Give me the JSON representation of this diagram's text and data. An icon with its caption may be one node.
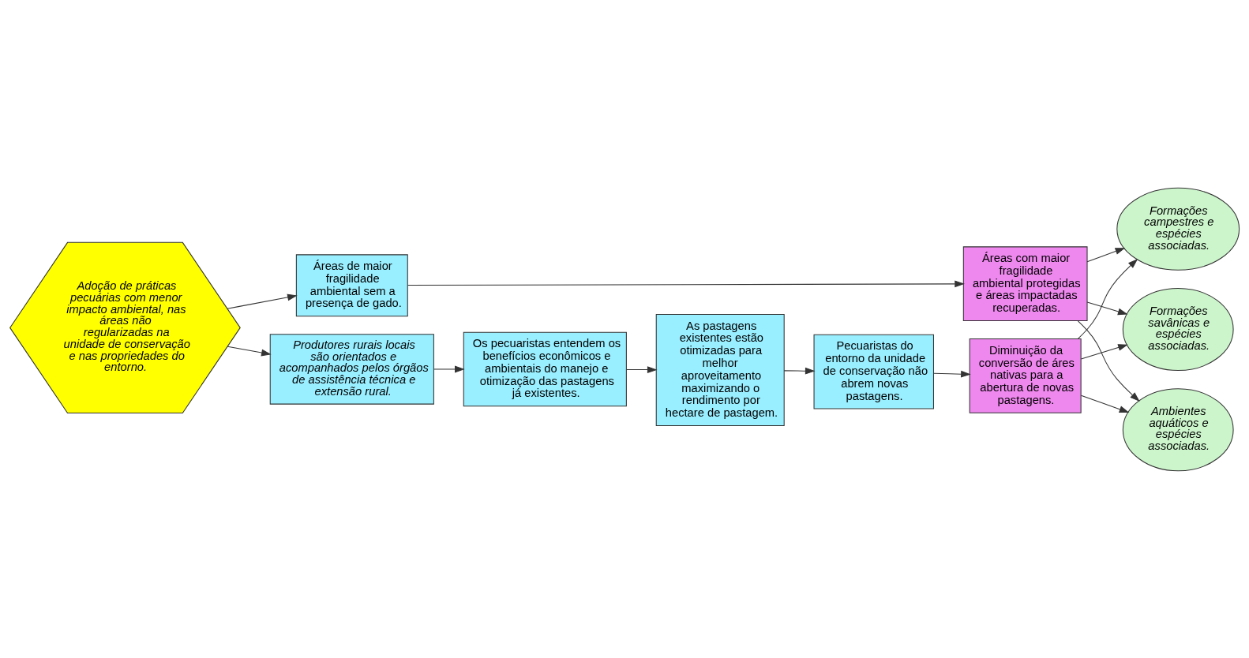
{
  "diagram": {
    "nodes": [
      {
        "text": [
          "Adoção de práticas pecuárias com menor impacto ambiental, nas áreas não regularizadas na unidade de conservação e nas propriedades do entorno."
        ]
      },
      {
        "text": [
          "Produtores rurais locais são orientados e acompanhados pelos órgãos de assistência técnica e extensão rural."
        ]
      },
      {
        "text": [
          "Os pecuaristas entendem os benefícios econômicos e ambientais do manejo e otimização das pastagens já existentes."
        ]
      },
      {
        "text": [
          "As pastagens existentes estão otimizadas para melhor aproveitamento maximizando o rendimento por hectare de pastagem."
        ]
      },
      {
        "text": [
          "Áreas de maior fragilidade ambiental sem a presença de gado."
        ]
      },
      {
        "text": [
          "Pecuaristas do entorno da unidade de conservação não abrem novas pastagens."
        ]
      },
      {
        "text": [
          "Áreas com maior fragilidade ambiental protegidas e áreas impactadas recuperadas."
        ]
      },
      {
        "text": [
          "Diminuição da conversão de áres nativas para a abertura de novas pastagens."
        ]
      },
      {
        "text": [
          "Formações campestres e espécies associadas."
        ]
      },
      {
        "text": [
          "Formações savânicas e espécies associadas."
        ]
      },
      {
        "text": [
          "Ambientes aquáticos e espécies associadas."
        ]
      }
    ],
    "edges": [
      {
        "from": 0,
        "to": 1,
        "arrow": "to"
      },
      {
        "from": 1,
        "to": 2,
        "arrow": "to"
      },
      {
        "from": 0,
        "to": 4,
        "arrow": "to"
      },
      {
        "from": 2,
        "to": 3,
        "arrow": "to"
      },
      {
        "from": 3,
        "to": 5,
        "arrow": "to"
      },
      {
        "from": 4,
        "to": 6,
        "arrow": "to"
      },
      {
        "from": 5,
        "to": 7,
        "arrow": "to"
      },
      {
        "from": 6,
        "to": 8,
        "arrow": "to"
      },
      {
        "from": 6,
        "to": 9,
        "arrow": "to"
      },
      {
        "from": 6,
        "to": 10,
        "arrow": "to"
      },
      {
        "from": 7,
        "to": 8,
        "arrow": "to"
      },
      {
        "from": 7,
        "to": 9,
        "arrow": "to"
      },
      {
        "from": 7,
        "to": 10,
        "arrow": "to"
      }
    ]
  }
}
